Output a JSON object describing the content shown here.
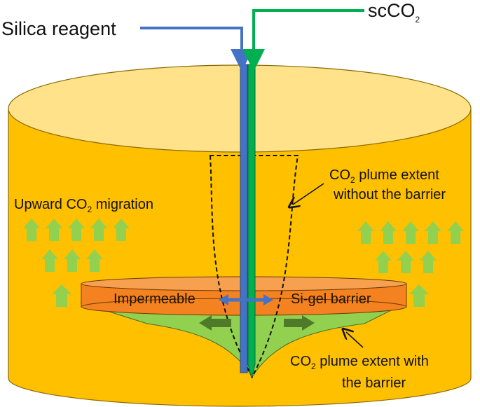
{
  "labels": {
    "silica_reagent": "Silica reagent",
    "scco2_main": "scCO",
    "scco2_sub": "2",
    "plume_without_line1_pre": "CO",
    "plume_without_line1_sub": "2",
    "plume_without_line1_post": " plume extent",
    "plume_without_line2": "without the barrier",
    "upward_pre": "Upward CO",
    "upward_sub": "2",
    "upward_post": " migration",
    "impermeable": "Impermeable",
    "sigel_barrier": "Si-gel barrier",
    "plume_with_line1_pre": "CO",
    "plume_with_line1_sub": "2",
    "plume_with_line1_post": " plume extent with",
    "plume_with_line2": "the barrier"
  },
  "colors": {
    "reservoir": "#FFC000",
    "reservoir_outline": "#8a6a00",
    "barrier": "#F58220",
    "plume": "#92D050",
    "silica_pipe": "#4472C4",
    "co2_pipe": "#00B050",
    "up_arrow": "#92D050",
    "side_arrow": "#4E7A2A"
  }
}
